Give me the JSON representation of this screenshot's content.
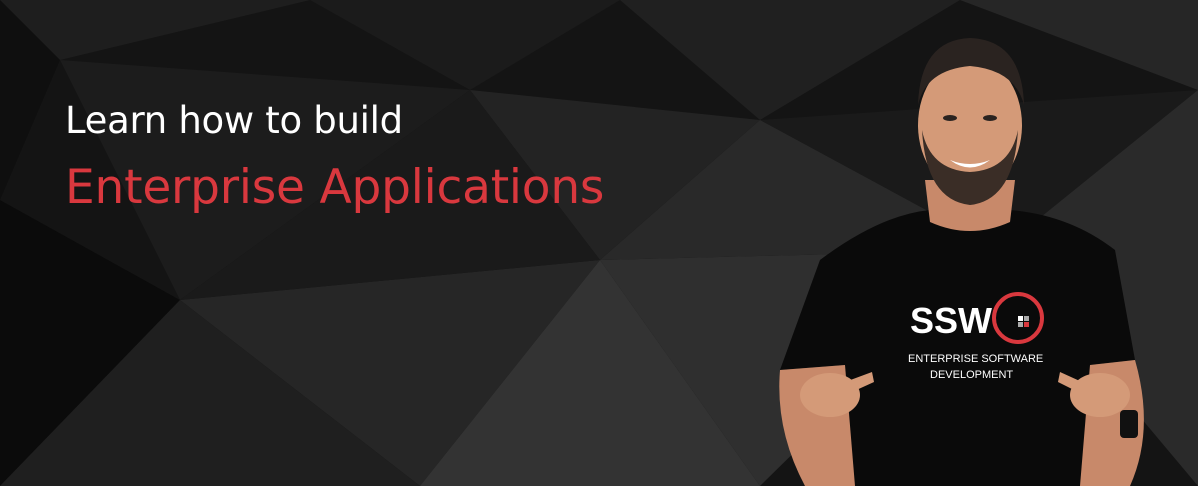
{
  "hero": {
    "headline_line1": "Learn how to build",
    "headline_line2": "Enterprise Applications",
    "accent_color": "#d9383e",
    "background_color": "#161616"
  },
  "presenter": {
    "shirt_logo": "SSW",
    "shirt_tagline_line1": "ENTERPRISE SOFTWARE",
    "shirt_tagline_line2": "DEVELOPMENT"
  }
}
